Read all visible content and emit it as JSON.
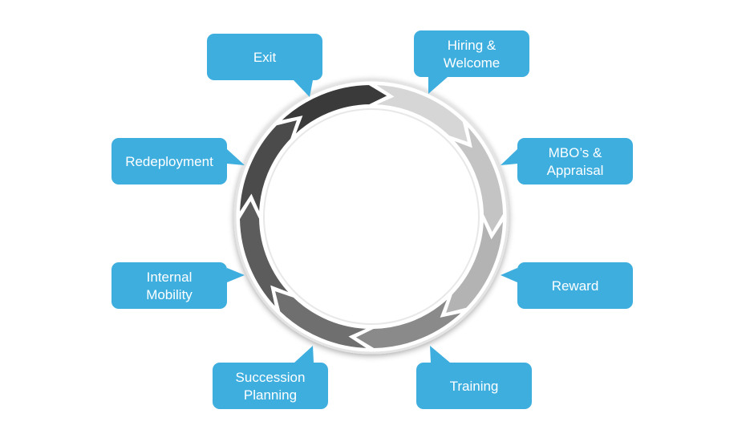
{
  "diagram": {
    "ring_colors": [
      "#d6d6d6",
      "#c4c4c4",
      "#b3b3b3",
      "#8a8a8a",
      "#6f6f6f",
      "#5c5c5c",
      "#4b4b4b",
      "#3a3a3a"
    ],
    "callout_color": "#3eaedf",
    "stages": [
      {
        "id": "hiring",
        "lines": [
          "Hiring &",
          "Welcome"
        ]
      },
      {
        "id": "mbo",
        "lines": [
          "MBO’s &",
          "Appraisal"
        ]
      },
      {
        "id": "reward",
        "lines": [
          "Reward"
        ]
      },
      {
        "id": "training",
        "lines": [
          "Training"
        ]
      },
      {
        "id": "succession",
        "lines": [
          "Succession",
          "Planning"
        ]
      },
      {
        "id": "mobility",
        "lines": [
          "Internal",
          "Mobility"
        ]
      },
      {
        "id": "redeployment",
        "lines": [
          "Redeployment"
        ]
      },
      {
        "id": "exit",
        "lines": [
          "Exit"
        ]
      }
    ]
  }
}
